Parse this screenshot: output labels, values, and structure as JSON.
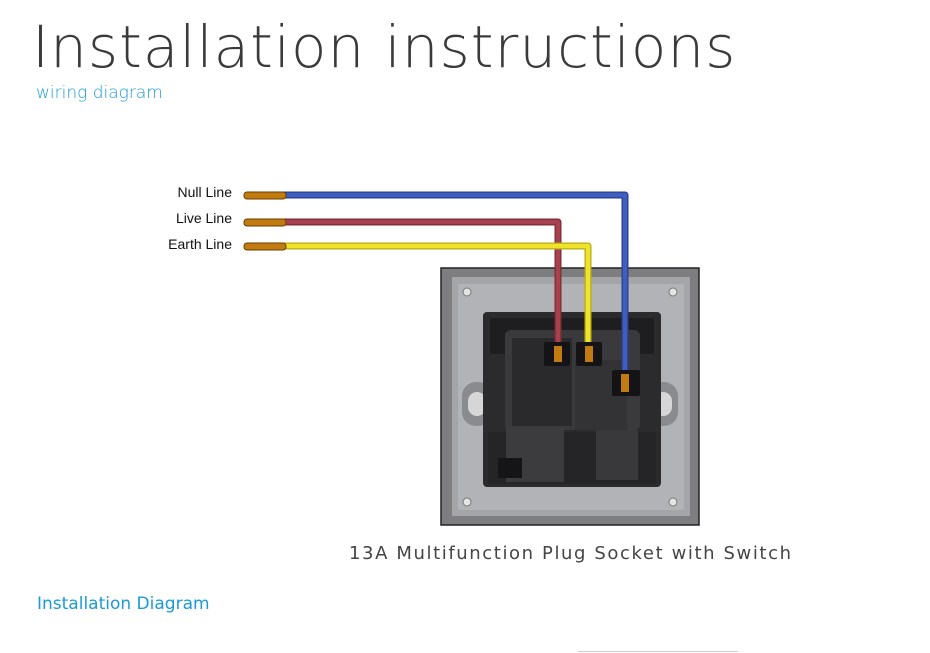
{
  "header": {
    "title": "Installation instructions",
    "subtitle": "wiring diagram"
  },
  "diagram": {
    "wires": [
      {
        "label": "Null Line",
        "color": "#3f5fc0"
      },
      {
        "label": "Live Line",
        "color": "#a8414e"
      },
      {
        "label": "Earth Line",
        "color": "#f0e42a"
      }
    ],
    "caption": "13A Multifunction Plug Socket with Switch",
    "terminal_color": "#c27b10"
  },
  "footer": {
    "section_title": "Installation Diagram"
  }
}
